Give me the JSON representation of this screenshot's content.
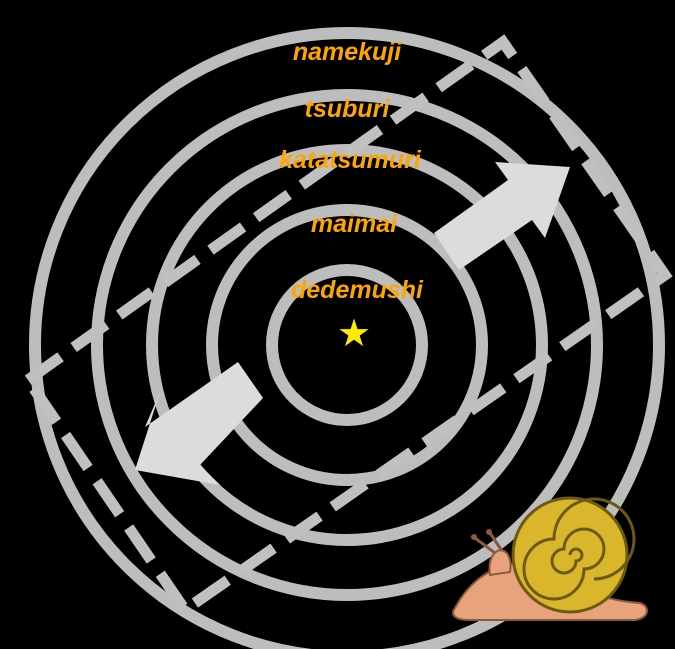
{
  "colors": {
    "background": "#000000",
    "ring": "#bdbdbd",
    "label": "#ffa500",
    "star": "#ffeb00",
    "arrow": "#dcdcdc",
    "dashed_box": "#c0c0c0",
    "snail_shell": "#d9b62b",
    "snail_body": "#e8a27c"
  },
  "labels": {
    "ring5": "namekuji",
    "ring4": "tsuburi",
    "ring3": "katatsumuri",
    "ring2": "maimai",
    "ring1": "dedemushi"
  },
  "center_marker": "★",
  "icons": [
    "star-icon",
    "snail-icon",
    "arrow-up-right-icon",
    "arrow-down-left-icon"
  ]
}
